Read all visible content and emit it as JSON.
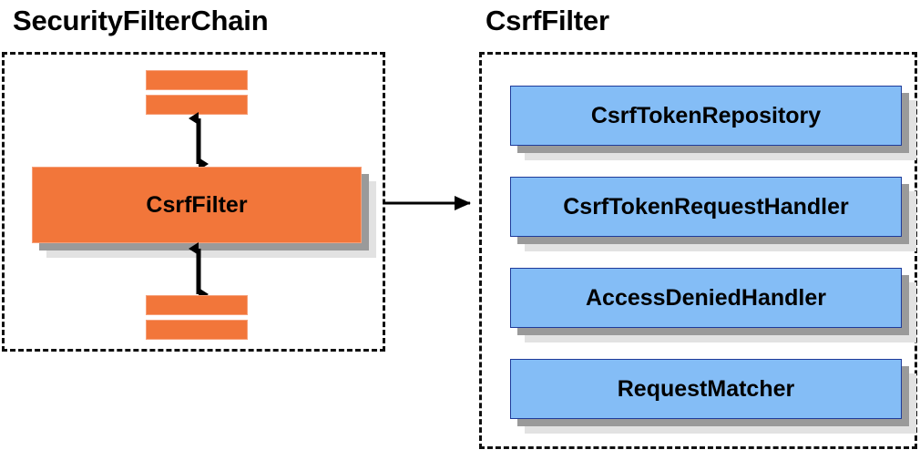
{
  "diagram": {
    "title_left": "SecurityFilterChain",
    "title_right": "CsrfFilter",
    "colors": {
      "orange_fill": "#F2763A",
      "orange_border": "#F6A07A",
      "blue_fill": "#84BDF6",
      "blue_border": "#1F3B99",
      "shadow_near": "#9A9A9A",
      "shadow_far": "#E2E2E2",
      "panel_border": "#101010",
      "arrow": "#000000",
      "text": "#000000",
      "background": "#FFFFFF"
    }
  },
  "left_panel": {
    "title": "SecurityFilterChain",
    "filter": {
      "label": "CsrfFilter"
    },
    "stubs_above": [
      "",
      ""
    ],
    "stubs_below": [
      "",
      ""
    ],
    "arrows": [
      {
        "name": "arrow-up-chain",
        "direction": "double-vertical"
      },
      {
        "name": "arrow-down-chain",
        "direction": "double-vertical"
      }
    ]
  },
  "right_panel": {
    "title": "CsrfFilter",
    "collaborators": [
      {
        "label": "CsrfTokenRepository"
      },
      {
        "label": "CsrfTokenRequestHandler"
      },
      {
        "label": "AccessDeniedHandler"
      },
      {
        "label": "RequestMatcher"
      }
    ]
  },
  "connector": {
    "name": "expands-into-arrow",
    "direction": "right",
    "label": ""
  }
}
